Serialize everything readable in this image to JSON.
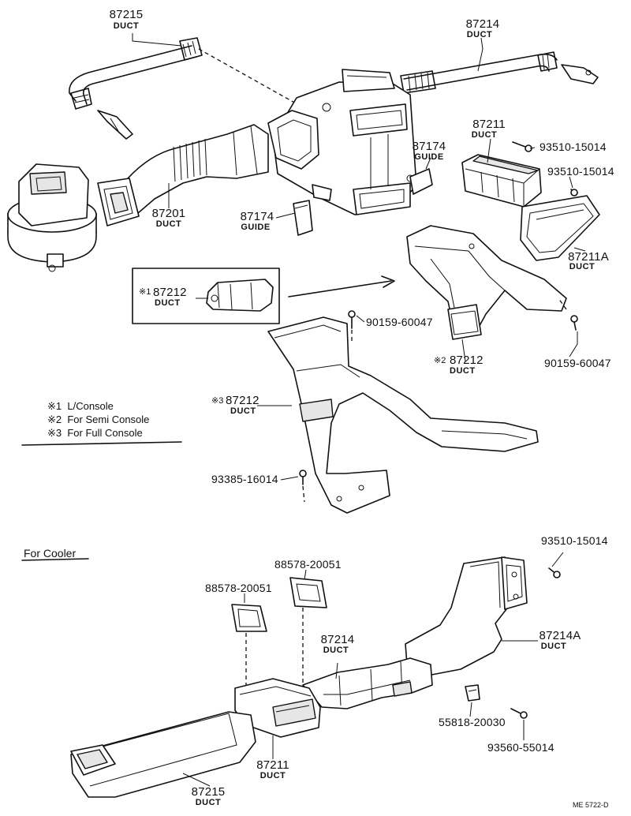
{
  "labels": {
    "p87215_top": "87215",
    "p87215_top_name": "DUCT",
    "p87214_top": "87214",
    "p87214_top_name": "DUCT",
    "p87211": "87211",
    "p87211_name": "DUCT",
    "s93510_a": "93510-15014",
    "s93510_b": "93510-15014",
    "p87174_r": "87174",
    "p87174_r_name": "GUIDE",
    "p87174_l": "87174",
    "p87174_l_name": "GUIDE",
    "p87201": "87201",
    "p87201_name": "DUCT",
    "p87211A": "87211A",
    "p87211A_name": "DUCT",
    "p87212_1_mark": "※1",
    "p87212_1": "87212",
    "p87212_1_name": "DUCT",
    "s90159_a": "90159-60047",
    "p87212_2_mark": "※2",
    "p87212_2": "87212",
    "p87212_2_name": "DUCT",
    "s90159_b": "90159-60047",
    "p87212_3_mark": "※3",
    "p87212_3": "87212",
    "p87212_3_name": "DUCT",
    "s93385": "93385-16014",
    "s93510_c": "93510-15014",
    "p88578_a": "88578-20051",
    "p88578_b": "88578-20051",
    "p87214_bot": "87214",
    "p87214_bot_name": "DUCT",
    "p87214A": "87214A",
    "p87214A_name": "DUCT",
    "s55818": "55818-20030",
    "s93560": "93560-55014",
    "p87211_bot": "87211",
    "p87211_bot_name": "DUCT",
    "p87215_bot": "87215",
    "p87215_bot_name": "DUCT"
  },
  "legend": [
    {
      "mark": "※1",
      "text": "L/Console"
    },
    {
      "mark": "※2",
      "text": "For Semi Console"
    },
    {
      "mark": "※3",
      "text": "For Full Console"
    }
  ],
  "section_title": "For  Cooler",
  "figure_code": "ME 5722-D"
}
